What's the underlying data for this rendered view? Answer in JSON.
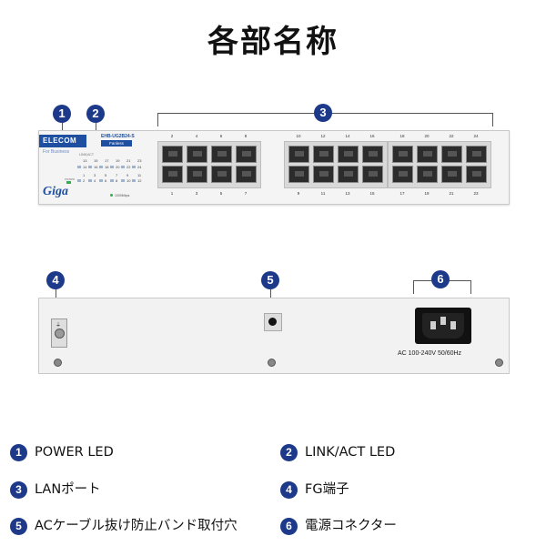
{
  "title": "各部名称",
  "callouts": [
    "1",
    "2",
    "3",
    "4",
    "5",
    "6"
  ],
  "front_panel": {
    "brand": "ELECOM",
    "tagline": "For Business",
    "model": "EHB-UG2B24-S",
    "badge": "Fanless",
    "series": "Giga",
    "link_label": "LINK/ACT",
    "power_label": "POWER",
    "speed_note": "1000Mbps",
    "led_numbers_top": [
      "13",
      "15",
      "17",
      "19",
      "21",
      "23"
    ],
    "led_numbers_mid": [
      "14",
      "16",
      "18",
      "20",
      "22",
      "24"
    ],
    "led_numbers_bot1": [
      "1",
      "3",
      "5",
      "7",
      "9",
      "11"
    ],
    "led_numbers_bot2": [
      "2",
      "4",
      "6",
      "8",
      "10",
      "12"
    ],
    "port_numbers_top": [
      "2",
      "4",
      "6",
      "8",
      "10",
      "12",
      "14",
      "16",
      "18",
      "20",
      "22",
      "24"
    ],
    "port_numbers_bottom": [
      "1",
      "3",
      "5",
      "7",
      "9",
      "11",
      "13",
      "15",
      "17",
      "19",
      "21",
      "23"
    ]
  },
  "rear_panel": {
    "ground_symbol": "⏚",
    "ac_label": "AC 100-240V  50/60Hz"
  },
  "legend": [
    {
      "num": "1",
      "label": "POWER LED"
    },
    {
      "num": "2",
      "label": "LINK/ACT LED"
    },
    {
      "num": "3",
      "label": "LANポート"
    },
    {
      "num": "4",
      "label": "FG端子"
    },
    {
      "num": "5",
      "label": "ACケーブル抜け防止バンド取付穴"
    },
    {
      "num": "6",
      "label": "電源コネクター"
    }
  ],
  "colors": {
    "badge": "#1d3a8a",
    "brand": "#1e4fa0",
    "led_green": "#2cb24a"
  }
}
